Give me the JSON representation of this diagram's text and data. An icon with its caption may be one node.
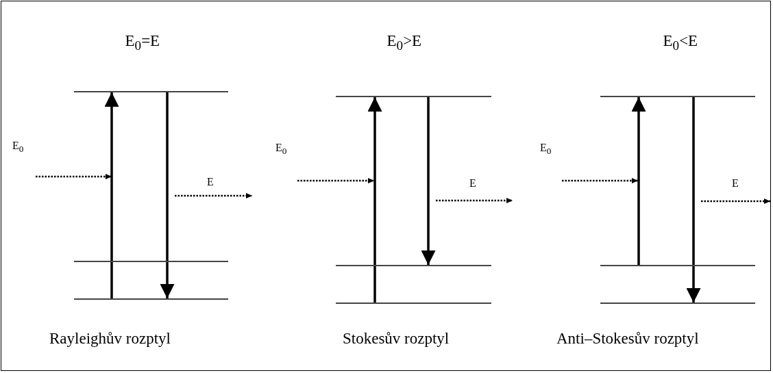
{
  "diagram": {
    "nodes": [
      {
        "text": [],
        "shape": "bar"
      },
      {
        "text": [],
        "shape": "bar"
      },
      {
        "text": [],
        "shape": "bar"
      },
      {
        "text": [],
        "shape": "bar"
      },
      {
        "text": [],
        "shape": "bar"
      },
      {
        "text": [],
        "shape": "bar"
      },
      {
        "text": [],
        "shape": "bar"
      },
      {
        "text": [],
        "shape": "bar"
      },
      {
        "text": [],
        "shape": "bar"
      }
    ],
    "edges": [
      {
        "from": 2,
        "to": 0,
        "arrow": "to"
      },
      {
        "from": 0,
        "to": 2,
        "arrow": "to"
      },
      {
        "from": 5,
        "to": 3,
        "arrow": "to"
      },
      {
        "from": 3,
        "to": 4,
        "arrow": "to"
      },
      {
        "from": 7,
        "to": 6,
        "arrow": "to"
      },
      {
        "from": 6,
        "to": 8,
        "arrow": "to"
      }
    ],
    "labels": [
      "E$_{0}$=E",
      "E$_{0}$>E",
      "E$_{0}$<E",
      "E$_{0}$",
      "E",
      "E$_{0}$",
      "E",
      "E$_{0}$",
      "E",
      "Rayleighův rozptyl",
      "Stokesův rozptyl",
      "Anti–Stokesův rozptyl"
    ]
  }
}
